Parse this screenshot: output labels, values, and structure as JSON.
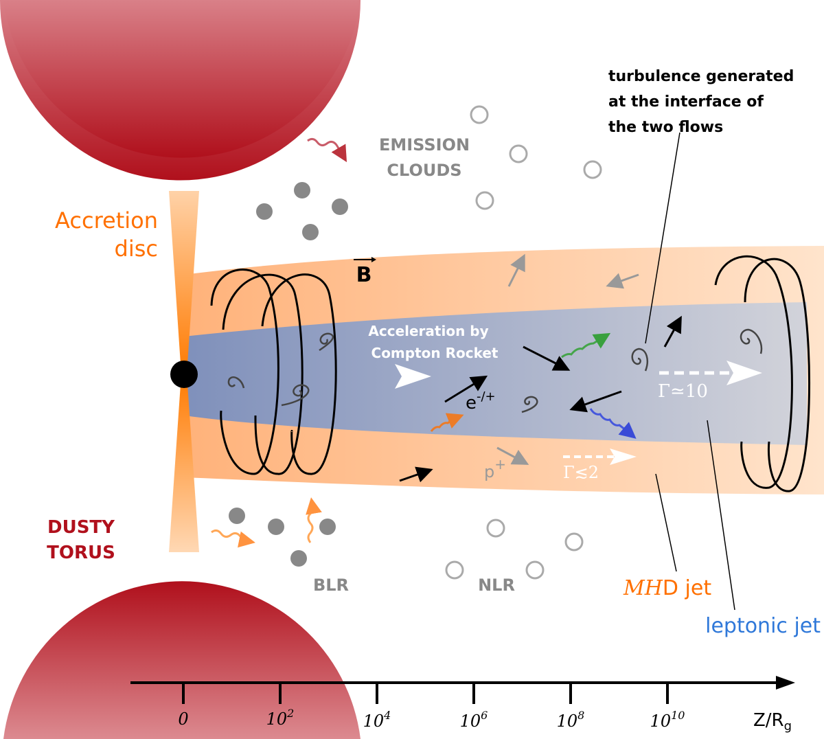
{
  "title": "Two-flow jet paradigm schematic",
  "colors": {
    "torus": "#b0101c",
    "accretion": "#ff7f0e",
    "mhd_jet": "#ffb57a",
    "leptonic_jet": "#8090b8",
    "clouds": "#888888",
    "leptonic_label": "#2f78d9",
    "mhd_label": "#ff7000"
  },
  "labels": {
    "accretion_line1": "Accretion",
    "accretion_line2": "disc",
    "torus_line1": "DUSTY",
    "torus_line2": "TORUS",
    "emission_line1": "EMISSION",
    "emission_line2": "CLOUDS",
    "blr": "BLR",
    "nlr": "NLR",
    "b_field": "B",
    "compton_line1": "Acceleration by",
    "compton_line2": "Compton Rocket",
    "electron": "e",
    "electron_sup": "-/+",
    "proton": "p",
    "proton_sup": "+",
    "gamma_lepton": "Γ≃10",
    "gamma_mhd": "Γ≲2",
    "turbulence_line1": "turbulence generated",
    "turbulence_line2": "at the interface of",
    "turbulence_line3": "the two flows",
    "mhd_jet_italic": "MH",
    "mhd_jet_rest": "D jet",
    "leptonic_jet": "leptonic jet"
  },
  "axis": {
    "label": "Z/R",
    "label_sub": "g",
    "ticks": [
      {
        "base": "0",
        "exp": ""
      },
      {
        "base": "10",
        "exp": "2"
      },
      {
        "base": "10",
        "exp": "4"
      },
      {
        "base": "10",
        "exp": "6"
      },
      {
        "base": "10",
        "exp": "8"
      },
      {
        "base": "10",
        "exp": "10"
      }
    ]
  }
}
